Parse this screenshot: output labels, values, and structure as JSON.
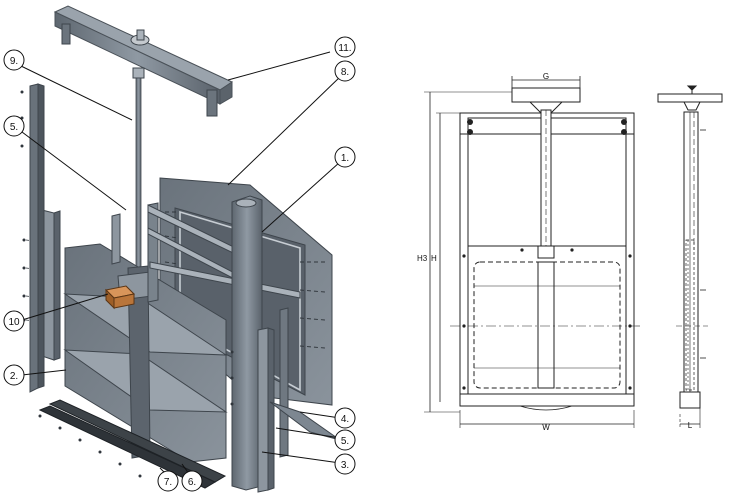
{
  "exploded_view": {
    "callouts": [
      {
        "id": "c11",
        "label": "11."
      },
      {
        "id": "c9",
        "label": "9."
      },
      {
        "id": "c8",
        "label": "8."
      },
      {
        "id": "c5a",
        "label": "5."
      },
      {
        "id": "c1",
        "label": "1."
      },
      {
        "id": "c10",
        "label": "10"
      },
      {
        "id": "c2",
        "label": "2."
      },
      {
        "id": "c4",
        "label": "4."
      },
      {
        "id": "c5b",
        "label": "5."
      },
      {
        "id": "c3",
        "label": "3."
      },
      {
        "id": "c7",
        "label": "7."
      },
      {
        "id": "c6",
        "label": "6."
      }
    ],
    "colors": {
      "metal": "#7d8791",
      "metal_dark": "#4f5760",
      "metal_light": "#aab2ba",
      "bolt": "#b9bfc6",
      "nut": "#b9753a"
    }
  },
  "front_view": {
    "dims": {
      "G": "G",
      "H3": "H3",
      "H": "H",
      "W": "W"
    }
  },
  "side_view": {
    "dims": {
      "L": "L"
    }
  }
}
